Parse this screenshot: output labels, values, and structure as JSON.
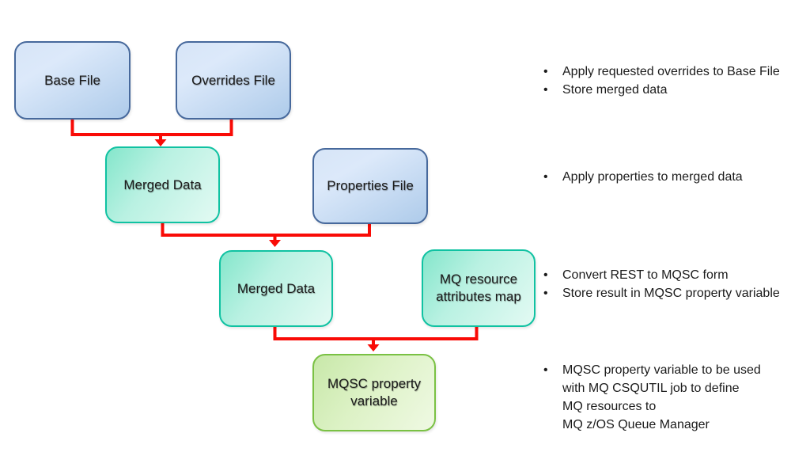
{
  "colors": {
    "background": "#ffffff",
    "text": "#1b1b1b",
    "connector_red": "#f90b06",
    "blue_node_border": "#47699c",
    "teal_node_border": "#10c2a2",
    "green_node_border": "#7ac144"
  },
  "bullet_char": "•",
  "nodes": [
    {
      "id": "base-file",
      "label": "Base File",
      "style": "blue"
    },
    {
      "id": "overrides-file",
      "label": "Overrides File",
      "style": "blue"
    },
    {
      "id": "merged-data-1",
      "label": "Merged Data",
      "style": "teal"
    },
    {
      "id": "properties-file",
      "label": "Properties File",
      "style": "blue"
    },
    {
      "id": "merged-data-2",
      "label": "Merged Data",
      "style": "teal"
    },
    {
      "id": "mq-resource-map",
      "label": "MQ resource attributes map",
      "style": "teal"
    },
    {
      "id": "mqsc-variable",
      "label": "MQSC property variable",
      "style": "green"
    }
  ],
  "notes": [
    {
      "items": [
        "Apply requested overrides to Base File",
        "Store merged data"
      ]
    },
    {
      "items": [
        "Apply properties to merged data"
      ]
    },
    {
      "items": [
        "Convert REST to MQSC form",
        "Store result in MQSC property variable"
      ]
    },
    {
      "items": [
        "MQSC property variable to be used\nwith MQ CSQUTIL job to define\nMQ resources to\nMQ z/OS Queue Manager"
      ]
    }
  ]
}
